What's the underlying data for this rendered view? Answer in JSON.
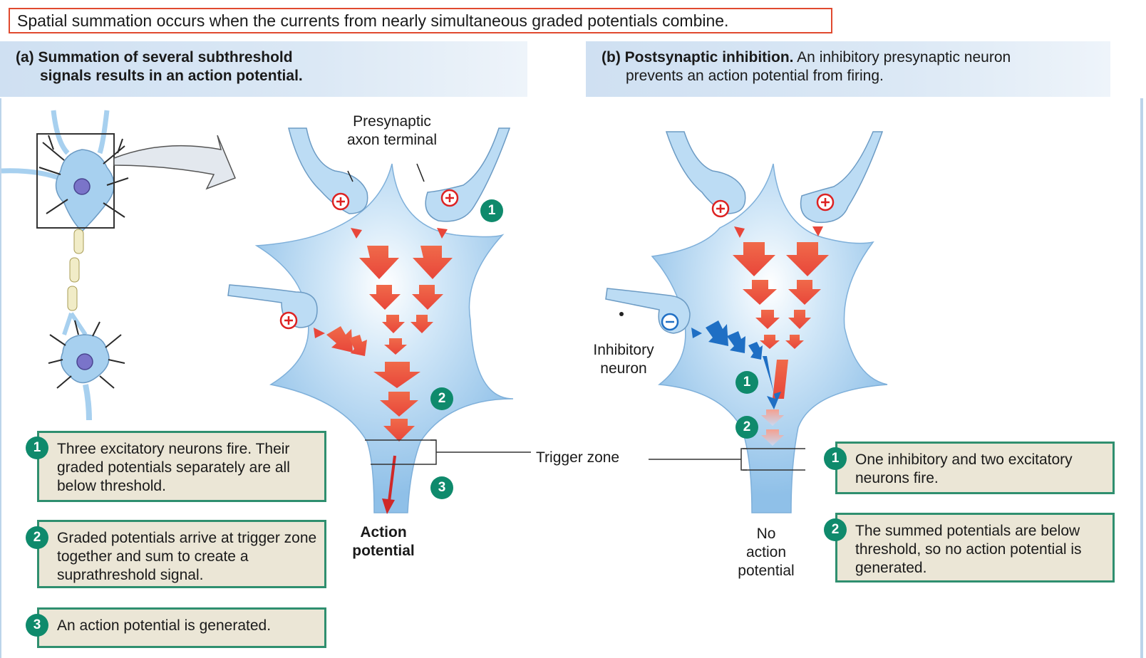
{
  "title": "Spatial summation occurs when the currents from nearly simultaneous graded potentials combine.",
  "panel_a": {
    "heading_line1": "(a) Summation of several subthreshold",
    "heading_line2": "signals results in an action potential.",
    "labels": {
      "presynaptic_line1": "Presynaptic",
      "presynaptic_line2": "axon terminal",
      "action_line1": "Action",
      "action_line2": "potential"
    },
    "steps": [
      {
        "num": "1",
        "text": "Three excitatory neurons fire. Their graded potentials separately are all below threshold."
      },
      {
        "num": "2",
        "text": "Graded potentials arrive at trigger zone together and sum to create a suprathreshold signal."
      },
      {
        "num": "3",
        "text": "An action potential is generated."
      }
    ]
  },
  "panel_b": {
    "heading_bold": "(b) Postsynaptic inhibition.",
    "heading_rest": " An inhibitory presynaptic neuron",
    "heading_line2": "prevents an action potential from firing.",
    "labels": {
      "inhibitory_line1": "Inhibitory",
      "inhibitory_line2": "neuron",
      "no_action_line1": "No",
      "no_action_line2": "action",
      "no_action_line3": "potential"
    },
    "steps": [
      {
        "num": "1",
        "text": "One inhibitory and two excitatory neurons fire."
      },
      {
        "num": "2",
        "text": "The summed potentials are below threshold, so no action potential is generated."
      }
    ]
  },
  "trigger_zone_label": "Trigger zone",
  "colors": {
    "neuron_fill": "#a7d0ef",
    "excitatory_arrow": "#e8463a",
    "inhibitory_arrow": "#1f6fc4",
    "badge": "#0f8a6c",
    "step_box_bg": "#ebe6d6",
    "title_border": "#e04a2f"
  }
}
